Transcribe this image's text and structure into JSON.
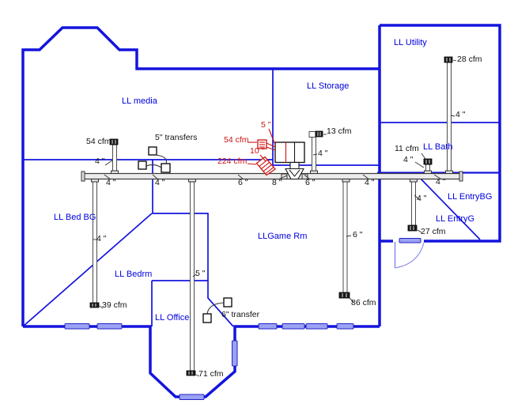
{
  "rooms": {
    "media": "LL media",
    "storage": "LL Storage",
    "utility": "LL Utility",
    "bath": "LL Bath",
    "bed_bg": "LL Bed BG",
    "bedrm": "LL Bedrm",
    "office": "LL Office",
    "game": "LLGame Rm",
    "entry_bg": "LL EntryBG",
    "entry_g": "LL EntryG"
  },
  "supply_registers": {
    "media": "54 cfm",
    "storage": "13 cfm",
    "utility": "28 cfm",
    "bath": "11 cfm",
    "entry": "27 cfm",
    "bed_bg": "39 cfm",
    "office": "71 cfm",
    "game": "86 cfm"
  },
  "return_system": {
    "grille_cfm": "54 cfm",
    "return_cfm": "224 cfm",
    "grille_size": "5 \"",
    "flex_size": "10 \""
  },
  "duct_sizes": {
    "riser_media": "4 \"",
    "trunk_left_1": "4 \"",
    "trunk_left_2": "4 \"",
    "trunk_mid_6": "6 \"",
    "trunk_8": "8 \"",
    "trunk_right_6": "6 \"",
    "trunk_right_4a": "4 \"",
    "trunk_right_4b": "4 \"",
    "riser_storage": "4 \"",
    "riser_utility": "4 \"",
    "riser_bath": "4 \"",
    "riser_entry": "4 \"",
    "riser_bed_bg": "4 \"",
    "riser_office": "5 \"",
    "riser_game": "6 \""
  },
  "transfers": {
    "five_inch": "5\" transfers",
    "six_inch": "6\" transfer"
  },
  "colors": {
    "wall_blue": "#1414dd",
    "room_label_blue": "#0000dd",
    "annotation_red": "#cc1111",
    "duct_gray": "#4d4d4d",
    "window_fill": "#9aa2f2",
    "door_arc": "#8585ea"
  }
}
